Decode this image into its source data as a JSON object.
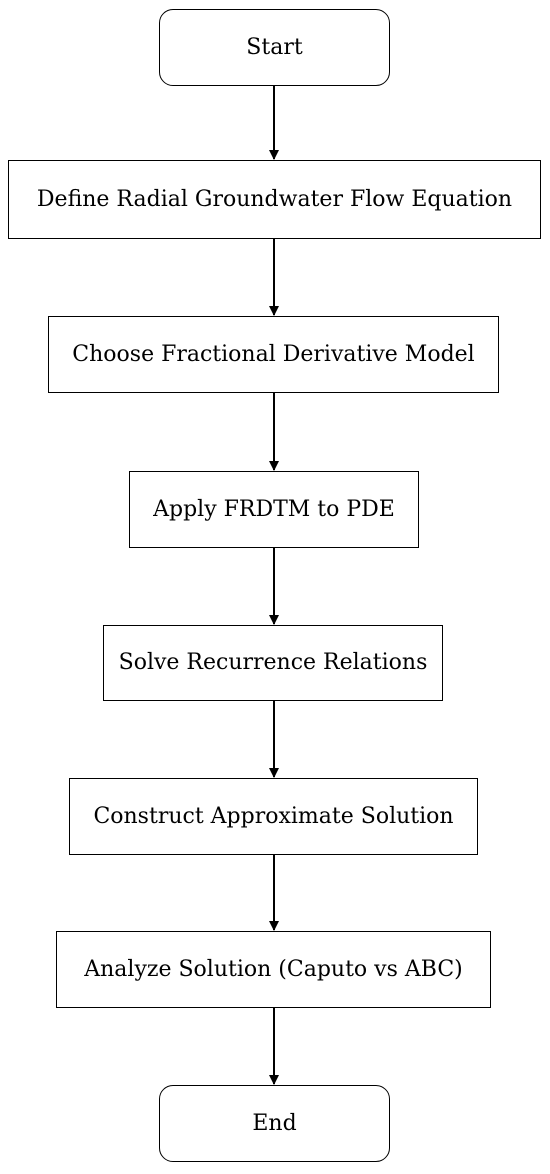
{
  "flowchart": {
    "start": "Start",
    "steps": [
      "Define Radial Groundwater Flow Equation",
      "Choose Fractional Derivative Model",
      "Apply FRDTM to PDE",
      "Solve Recurrence Relations",
      "Construct Approximate Solution",
      "Analyze Solution (Caputo vs ABC)"
    ],
    "end": "End"
  }
}
